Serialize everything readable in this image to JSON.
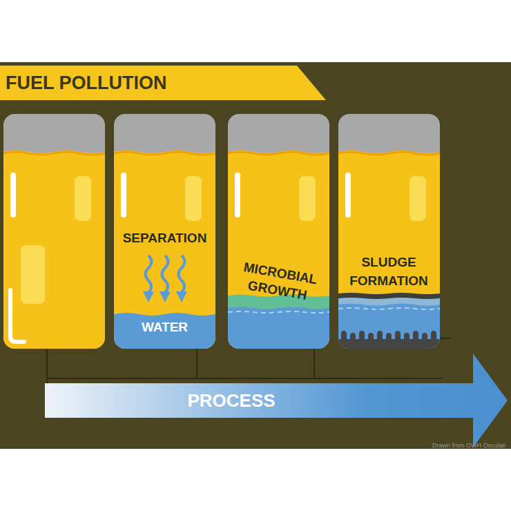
{
  "diagram": {
    "title": "FUEL POLLUTION",
    "nodes": [
      {
        "text": [
          "SEPARATION",
          "WATER"
        ]
      },
      {
        "text": [
          "MICROBIAL GROWTH"
        ]
      },
      {
        "text": [
          "SLUDGE FORMATION"
        ]
      },
      {
        "text": [
          "PROCESS"
        ]
      }
    ],
    "labels": [
      "Drawn from OWH Osculati"
    ]
  }
}
